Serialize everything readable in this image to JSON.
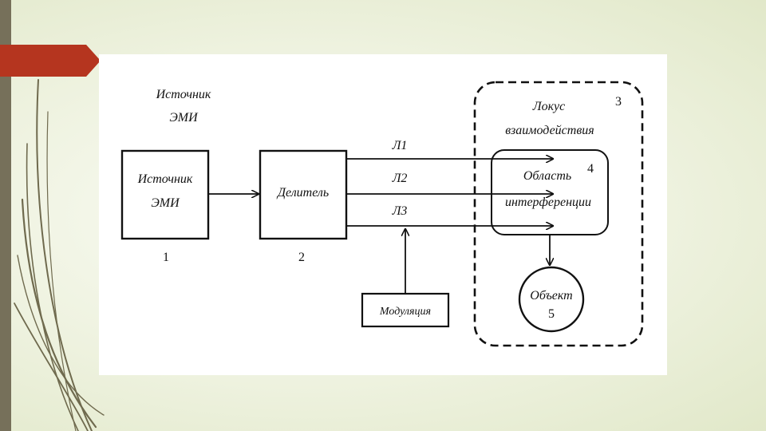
{
  "colors": {
    "accent_tab": "#b5351f",
    "left_bar": "#76705a",
    "ink": "#111111"
  },
  "diagram": {
    "caption_top_line1": "Источник",
    "caption_top_line2": "ЭМИ",
    "box1": {
      "line1": "Источник",
      "line2": "ЭМИ",
      "number": "1"
    },
    "box2": {
      "label": "Делитель",
      "number": "2"
    },
    "beams": {
      "l1": "Л1",
      "l2": "Л2",
      "l3": "Л3"
    },
    "modulation": "Модуляция",
    "locus": {
      "line1": "Локус",
      "line2": "взаимодействия",
      "number": "3"
    },
    "region": {
      "line1": "Область",
      "line2": "интерференции",
      "number": "4"
    },
    "object": {
      "label": "Объект",
      "number": "5"
    }
  }
}
